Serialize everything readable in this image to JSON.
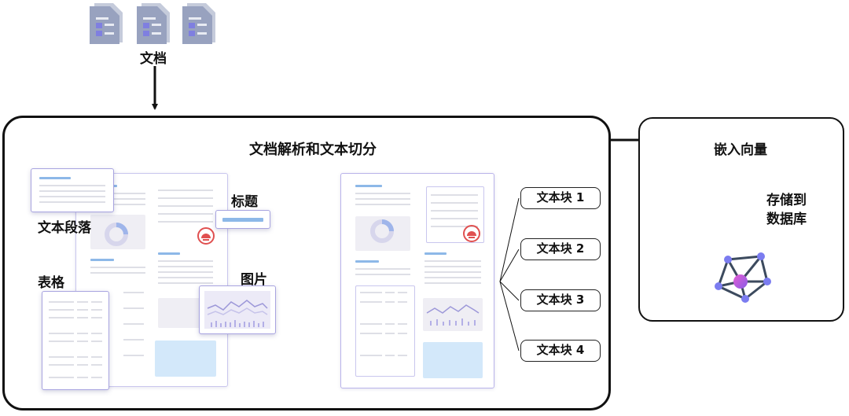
{
  "top": {
    "documents_label": "文档"
  },
  "parsing": {
    "title": "文档解析和文本切分",
    "labels": {
      "paragraph": "文本段落",
      "heading": "标题",
      "table": "表格",
      "image": "图片"
    }
  },
  "chunks": [
    "文本块 1",
    "文本块 2",
    "文本块 3",
    "文本块 4"
  ],
  "embedding": {
    "title": "嵌入向量",
    "store_label_line1": "存储到",
    "store_label_line2": "数据库"
  },
  "icons": [
    "document-icon",
    "vector-database-icon",
    "warning-stamp-icon"
  ],
  "colors": {
    "doc_icon": "#98a2bf",
    "doc_icon_bars": "#7f7fe0",
    "accent_purple": "#a9a4ea",
    "highlight_blue": "#d3e8fa",
    "heading_bar": "#8db8e8"
  }
}
